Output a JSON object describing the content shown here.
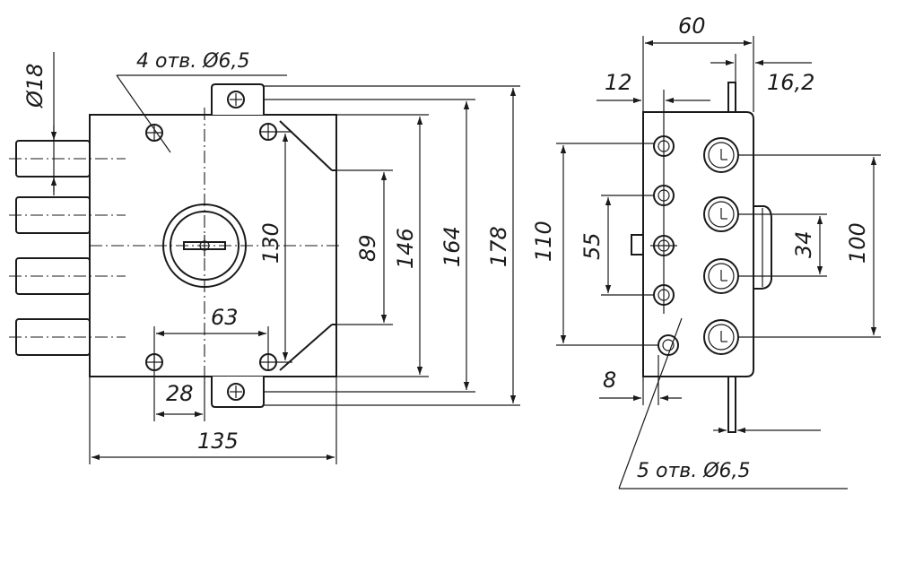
{
  "front_view": {
    "holes_note": "4 отв. Ø6,5",
    "bolt_diameter": "Ø18",
    "dims": {
      "d130": "130",
      "d89": "89",
      "d146": "146",
      "d164": "164",
      "d178": "178",
      "d63": "63",
      "d28": "28",
      "d135": "135"
    }
  },
  "side_view": {
    "holes_note": "5 отв. Ø6,5",
    "dims": {
      "d60": "60",
      "d12": "12",
      "d16_2": "16,2",
      "d110": "110",
      "d55": "55",
      "d34": "34",
      "d100": "100",
      "d8": "8"
    }
  }
}
